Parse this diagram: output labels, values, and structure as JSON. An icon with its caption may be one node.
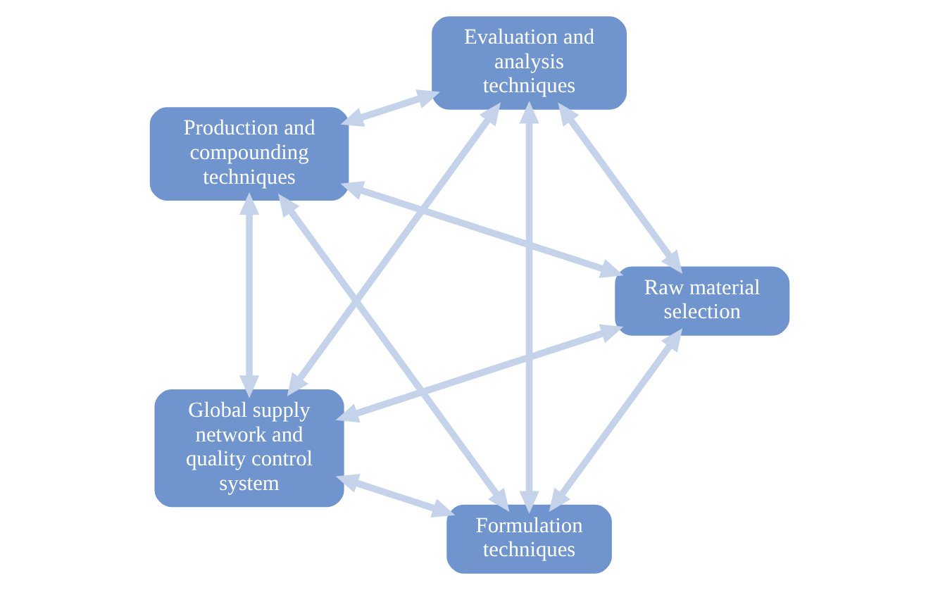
{
  "diagram": {
    "nodes": [
      {
        "text": [
          "Formulation techniques"
        ]
      },
      {
        "text": [
          "Raw material selection"
        ]
      },
      {
        "text": [
          "Production and compounding techniques"
        ]
      },
      {
        "text": [
          "Evaluation and analysis techniques"
        ]
      },
      {
        "text": [
          "Global supply network and quality control system"
        ]
      }
    ],
    "edges": [
      {
        "from": 0,
        "to": 1,
        "arrow": "both"
      },
      {
        "from": 0,
        "to": 2,
        "arrow": "both"
      },
      {
        "from": 0,
        "to": 3,
        "arrow": "both"
      },
      {
        "from": 0,
        "to": 4,
        "arrow": "both"
      },
      {
        "from": 1,
        "to": 2,
        "arrow": "both"
      },
      {
        "from": 1,
        "to": 3,
        "arrow": "both"
      },
      {
        "from": 1,
        "to": 4,
        "arrow": "both"
      },
      {
        "from": 2,
        "to": 3,
        "arrow": "both"
      },
      {
        "from": 2,
        "to": 4,
        "arrow": "both"
      },
      {
        "from": 3,
        "to": 4,
        "arrow": "both"
      }
    ]
  }
}
